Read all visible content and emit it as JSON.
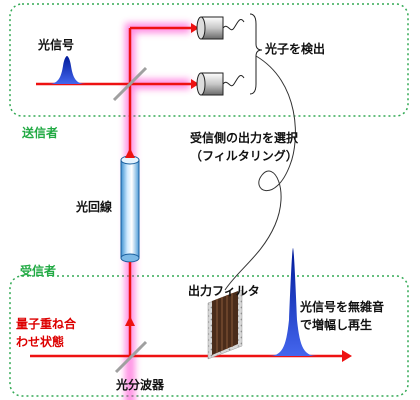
{
  "labels": {
    "signal": "光信号",
    "detect": "光子を検出",
    "sender": "送信者",
    "select_line1": "受信側の出力を選択",
    "select_line2": "（フィルタリング）",
    "fiber": "光回線",
    "receiver": "受信者",
    "output_filter": "出力フィルタ",
    "amplify_line1": "光信号を無雑音",
    "amplify_line2": "で増幅し再生",
    "quantum_line1": "量子重ね合",
    "quantum_line2": "わせ状態",
    "splitter": "光分波器"
  },
  "colors": {
    "beam": "#ee1111",
    "glow": "#ff33cc",
    "box_border": "#33aa55",
    "green_text": "#22aa44",
    "red_text": "#dd0000",
    "pulse": "#001a99",
    "filter": "#4a2c1a"
  },
  "icons": [
    "detector-icon",
    "detector-icon",
    "beam-splitter-icon",
    "beam-splitter-icon",
    "fiber-cylinder-icon",
    "output-filter-icon"
  ]
}
